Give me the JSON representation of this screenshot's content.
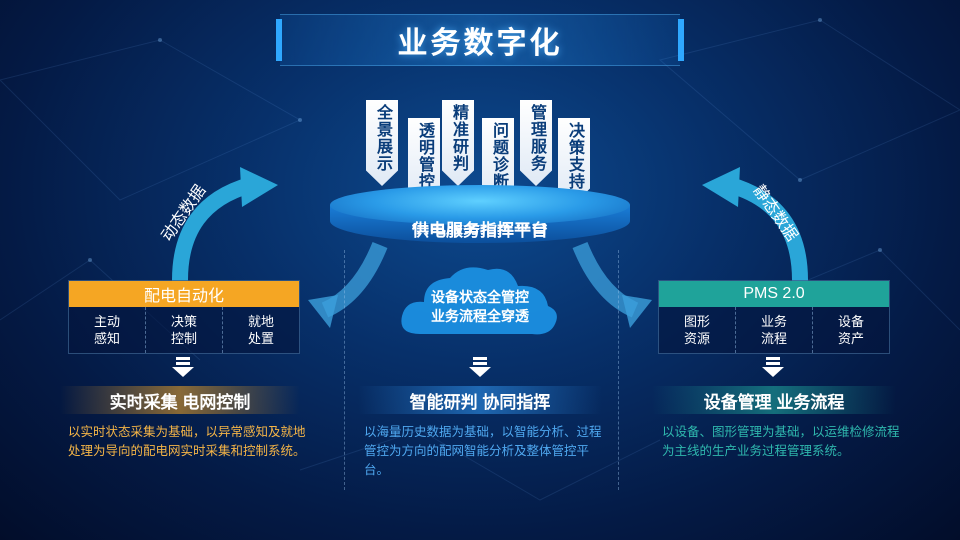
{
  "title": "业务数字化",
  "tags": [
    "全景展示",
    "透明管控",
    "精准研判",
    "问题诊断",
    "管理服务",
    "决策支持"
  ],
  "platform_label": "供电服务指挥平台",
  "cloud": {
    "line1": "设备状态全管控",
    "line2": "业务流程全穿透"
  },
  "left_curve_label": "动态数据",
  "right_curve_label": "静态数据",
  "left_box": {
    "title": "配电自动化",
    "cells": [
      "主动\n感知",
      "决策\n控制",
      "就地\n处置"
    ]
  },
  "right_box": {
    "title": "PMS 2.0",
    "cells": [
      "图形\n资源",
      "业务\n流程",
      "设备\n资产"
    ]
  },
  "sections": {
    "left": {
      "title": "实时采集  电网控制",
      "desc": "以实时状态采集为基础，以异常感知及就地处理为导向的配电网实时采集和控制系统。"
    },
    "center": {
      "title": "智能研判  协同指挥",
      "desc": "以海量历史数据为基础，以智能分析、过程管控为方向的配网智能分析及整体管控平台。"
    },
    "right": {
      "title": "设备管理   业务流程",
      "desc": "以设备、图形管理为基础，以运维检修流程为主线的生产业务过程管理系统。"
    }
  },
  "colors": {
    "left_accent": "#f5a623",
    "center_accent": "#2f8fe6",
    "right_accent": "#1fa39a"
  }
}
